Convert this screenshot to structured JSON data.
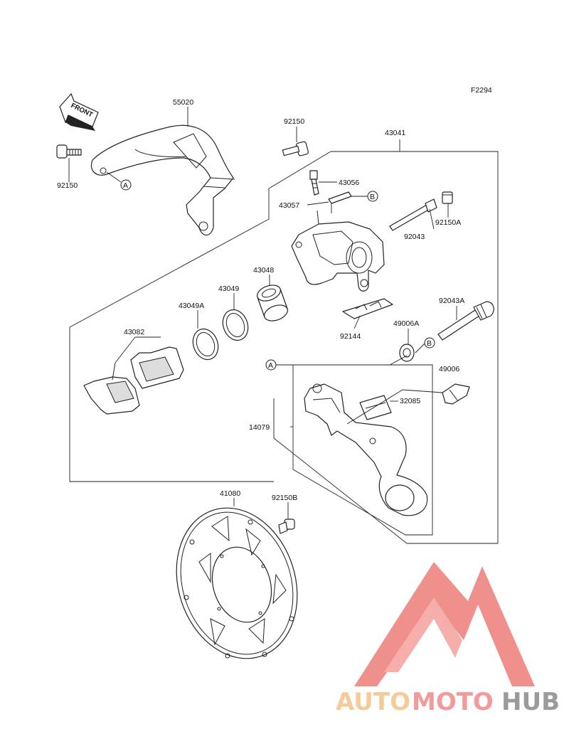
{
  "figure_code": "F2294",
  "front_arrow": {
    "label": "FRONT",
    "icon": "front-arrow-icon"
  },
  "ref_markers": {
    "a": "A",
    "b": "B"
  },
  "parts": {
    "p55020": "55020",
    "p92150_left": "92150",
    "p92150_top": "92150",
    "p43041": "43041",
    "p43056": "43056",
    "p43057": "43057",
    "p92150A": "92150A",
    "p92043": "92043",
    "p43048": "43048",
    "p43049": "43049",
    "p43049A": "43049A",
    "p43082": "43082",
    "p92043A": "92043A",
    "p92144": "92144",
    "p49006A": "49006A",
    "p49006": "49006",
    "p32085": "32085",
    "p14079": "14079",
    "p41080": "41080",
    "p92150B": "92150B"
  },
  "watermark": {
    "part1": "AUTO",
    "part2": "MOTO",
    "part3": "HUB",
    "color_light": "#f4c38a",
    "color_pink": "#f08a8a",
    "color_grey": "#8a8a8a",
    "triangle_color": "#ee7d78"
  }
}
